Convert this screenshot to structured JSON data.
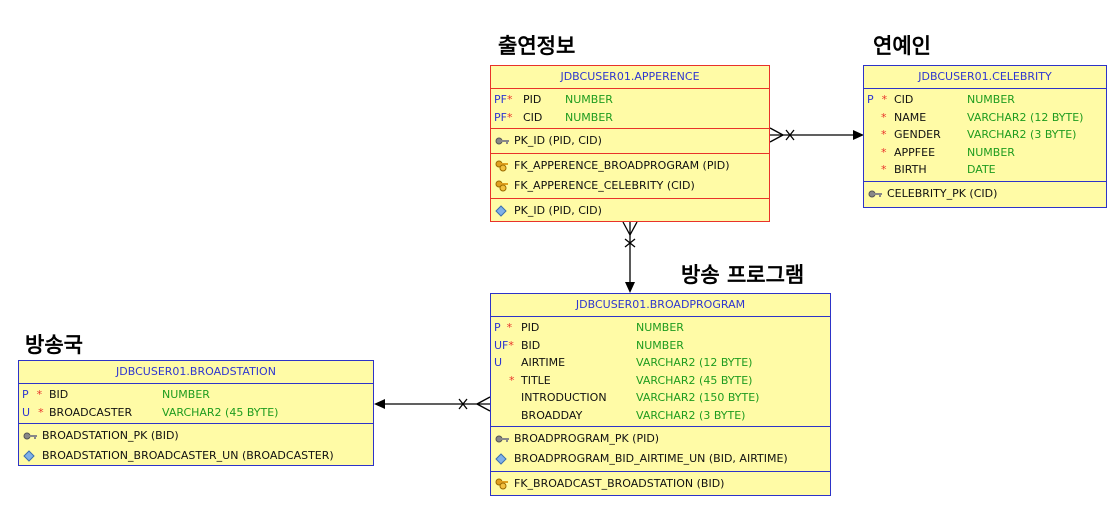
{
  "captions": {
    "appearance": "출연정보",
    "celebrity": "연예인",
    "broadprogram": "방송 프로그램",
    "broadstation": "방송국"
  },
  "colors": {
    "entity_fill": "#fffba6",
    "entity_border": "#2d33c8",
    "selected_border": "#e8322a",
    "title_text": "#2f37d0",
    "type_text": "#1f9c1f",
    "mandatory_star": "#e8322a"
  },
  "apperence": {
    "title": "JDBCUSER01.APPERENCE",
    "columns": [
      {
        "key": "PF",
        "star": "*",
        "name": "PID",
        "type": "NUMBER"
      },
      {
        "key": "PF",
        "star": "*",
        "name": "CID",
        "type": "NUMBER"
      }
    ],
    "pk": "PK_ID (PID, CID)",
    "fks": [
      "FK_APPERENCE_BROADPROGRAM (PID)",
      "FK_APPERENCE_CELEBRITY (CID)"
    ],
    "indexes": [
      "PK_ID (PID, CID)"
    ]
  },
  "celebrity": {
    "title": "JDBCUSER01.CELEBRITY",
    "columns": [
      {
        "key": "P",
        "star": "*",
        "name": "CID",
        "type": "NUMBER"
      },
      {
        "key": "",
        "star": "*",
        "name": "NAME",
        "type": "VARCHAR2 (12 BYTE)"
      },
      {
        "key": "",
        "star": "*",
        "name": "GENDER",
        "type": "VARCHAR2 (3 BYTE)"
      },
      {
        "key": "",
        "star": "*",
        "name": "APPFEE",
        "type": "NUMBER"
      },
      {
        "key": "",
        "star": "*",
        "name": "BIRTH",
        "type": "DATE"
      }
    ],
    "pk": "CELEBRITY_PK (CID)"
  },
  "broadprogram": {
    "title": "JDBCUSER01.BROADPROGRAM",
    "columns": [
      {
        "key": "P",
        "star": "*",
        "name": "PID",
        "type": "NUMBER"
      },
      {
        "key": "UF",
        "star": "*",
        "name": "BID",
        "type": "NUMBER"
      },
      {
        "key": "U",
        "star": "",
        "name": "AIRTIME",
        "type": "VARCHAR2 (12 BYTE)"
      },
      {
        "key": "",
        "star": "*",
        "name": "TITLE",
        "type": "VARCHAR2 (45 BYTE)"
      },
      {
        "key": "",
        "star": "",
        "name": "INTRODUCTION",
        "type": "VARCHAR2 (150 BYTE)"
      },
      {
        "key": "",
        "star": "",
        "name": "BROADDAY",
        "type": "VARCHAR2 (3 BYTE)"
      }
    ],
    "pk": "BROADPROGRAM_PK (PID)",
    "unique": "BROADPROGRAM_BID_AIRTIME_UN (BID, AIRTIME)",
    "fks": [
      "FK_BROADCAST_BROADSTATION (BID)"
    ]
  },
  "broadstation": {
    "title": "JDBCUSER01.BROADSTATION",
    "columns": [
      {
        "key": "P",
        "star": "*",
        "name": "BID",
        "type": "NUMBER"
      },
      {
        "key": "U",
        "star": "*",
        "name": "BROADCASTER",
        "type": "VARCHAR2 (45 BYTE)"
      }
    ],
    "pk": "BROADSTATION_PK (BID)",
    "unique": "BROADSTATION_BROADCASTER_UN (BROADCASTER)"
  }
}
